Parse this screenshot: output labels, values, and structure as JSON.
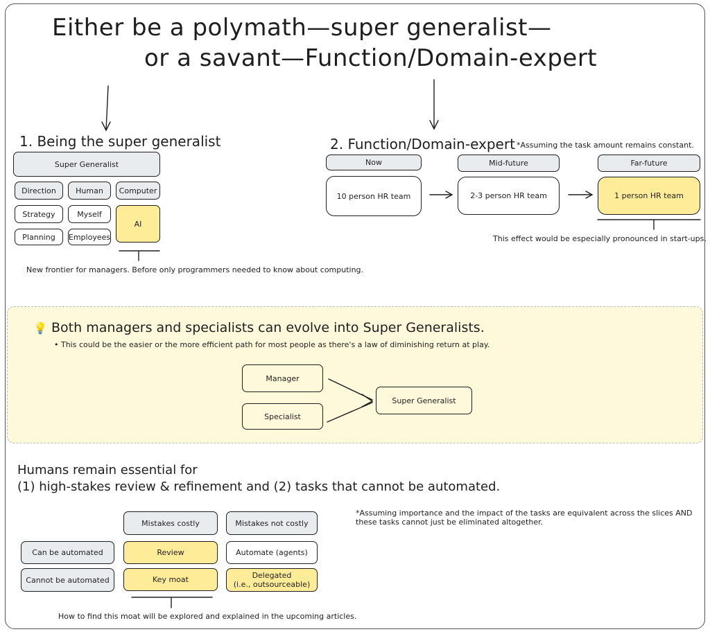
{
  "title": {
    "line1": "Either be a polymath—super generalist—",
    "line2": "or a savant—Function/Domain-expert"
  },
  "section1": {
    "heading": "1. Being the super generalist",
    "header_box": "Super Generalist",
    "boxes": {
      "direction": "Direction",
      "human": "Human",
      "computer": "Computer",
      "strategy": "Strategy",
      "myself": "Myself",
      "ai": "AI",
      "planning": "Planning",
      "employees": "Employees"
    },
    "note": "New frontier for managers.  Before only programmers needed to know about computing."
  },
  "section2": {
    "heading": "2. Function/Domain-expert",
    "assumption": "*Assuming the task amount remains constant.",
    "stages": [
      "Now",
      "Mid-future",
      "Far-future"
    ],
    "teams": [
      "10 person HR team",
      "2-3 person HR team",
      "1 person HR team"
    ],
    "note": "This effect would be especially pronounced in start-ups."
  },
  "callout": {
    "bulb": "💡",
    "heading": "Both managers and specialists can evolve into Super Generalists.",
    "bullet": "• This could be the easier or the more efficient path for most people as there's a law of diminishing return at play.",
    "manager": "Manager",
    "specialist": "Specialist",
    "target": "Super Generalist"
  },
  "section3": {
    "heading_line1": "Humans remain essential for",
    "heading_line2": "(1) high-stakes review & refinement and (2) tasks that cannot be automated.",
    "assumption_line1": "*Assuming importance and the impact of the tasks are equivalent across the slices AND",
    "assumption_line2": "these tasks cannot just be eliminated altogether.",
    "col_headers": [
      "Mistakes costly",
      "Mistakes not costly"
    ],
    "row_headers": [
      "Can be automated",
      "Cannot be automated"
    ],
    "cells": {
      "review": "Review",
      "automate": "Automate (agents)",
      "key_moat": "Key moat",
      "delegated_line1": "Delegated",
      "delegated_line2": "(i.e., outsourceable)"
    },
    "note": "How to find this moat will be explored and explained in the upcoming articles."
  },
  "colors": {
    "yellow": "#ffec99",
    "gray": "#e9ecef",
    "callout_bg": "#fff9db"
  }
}
